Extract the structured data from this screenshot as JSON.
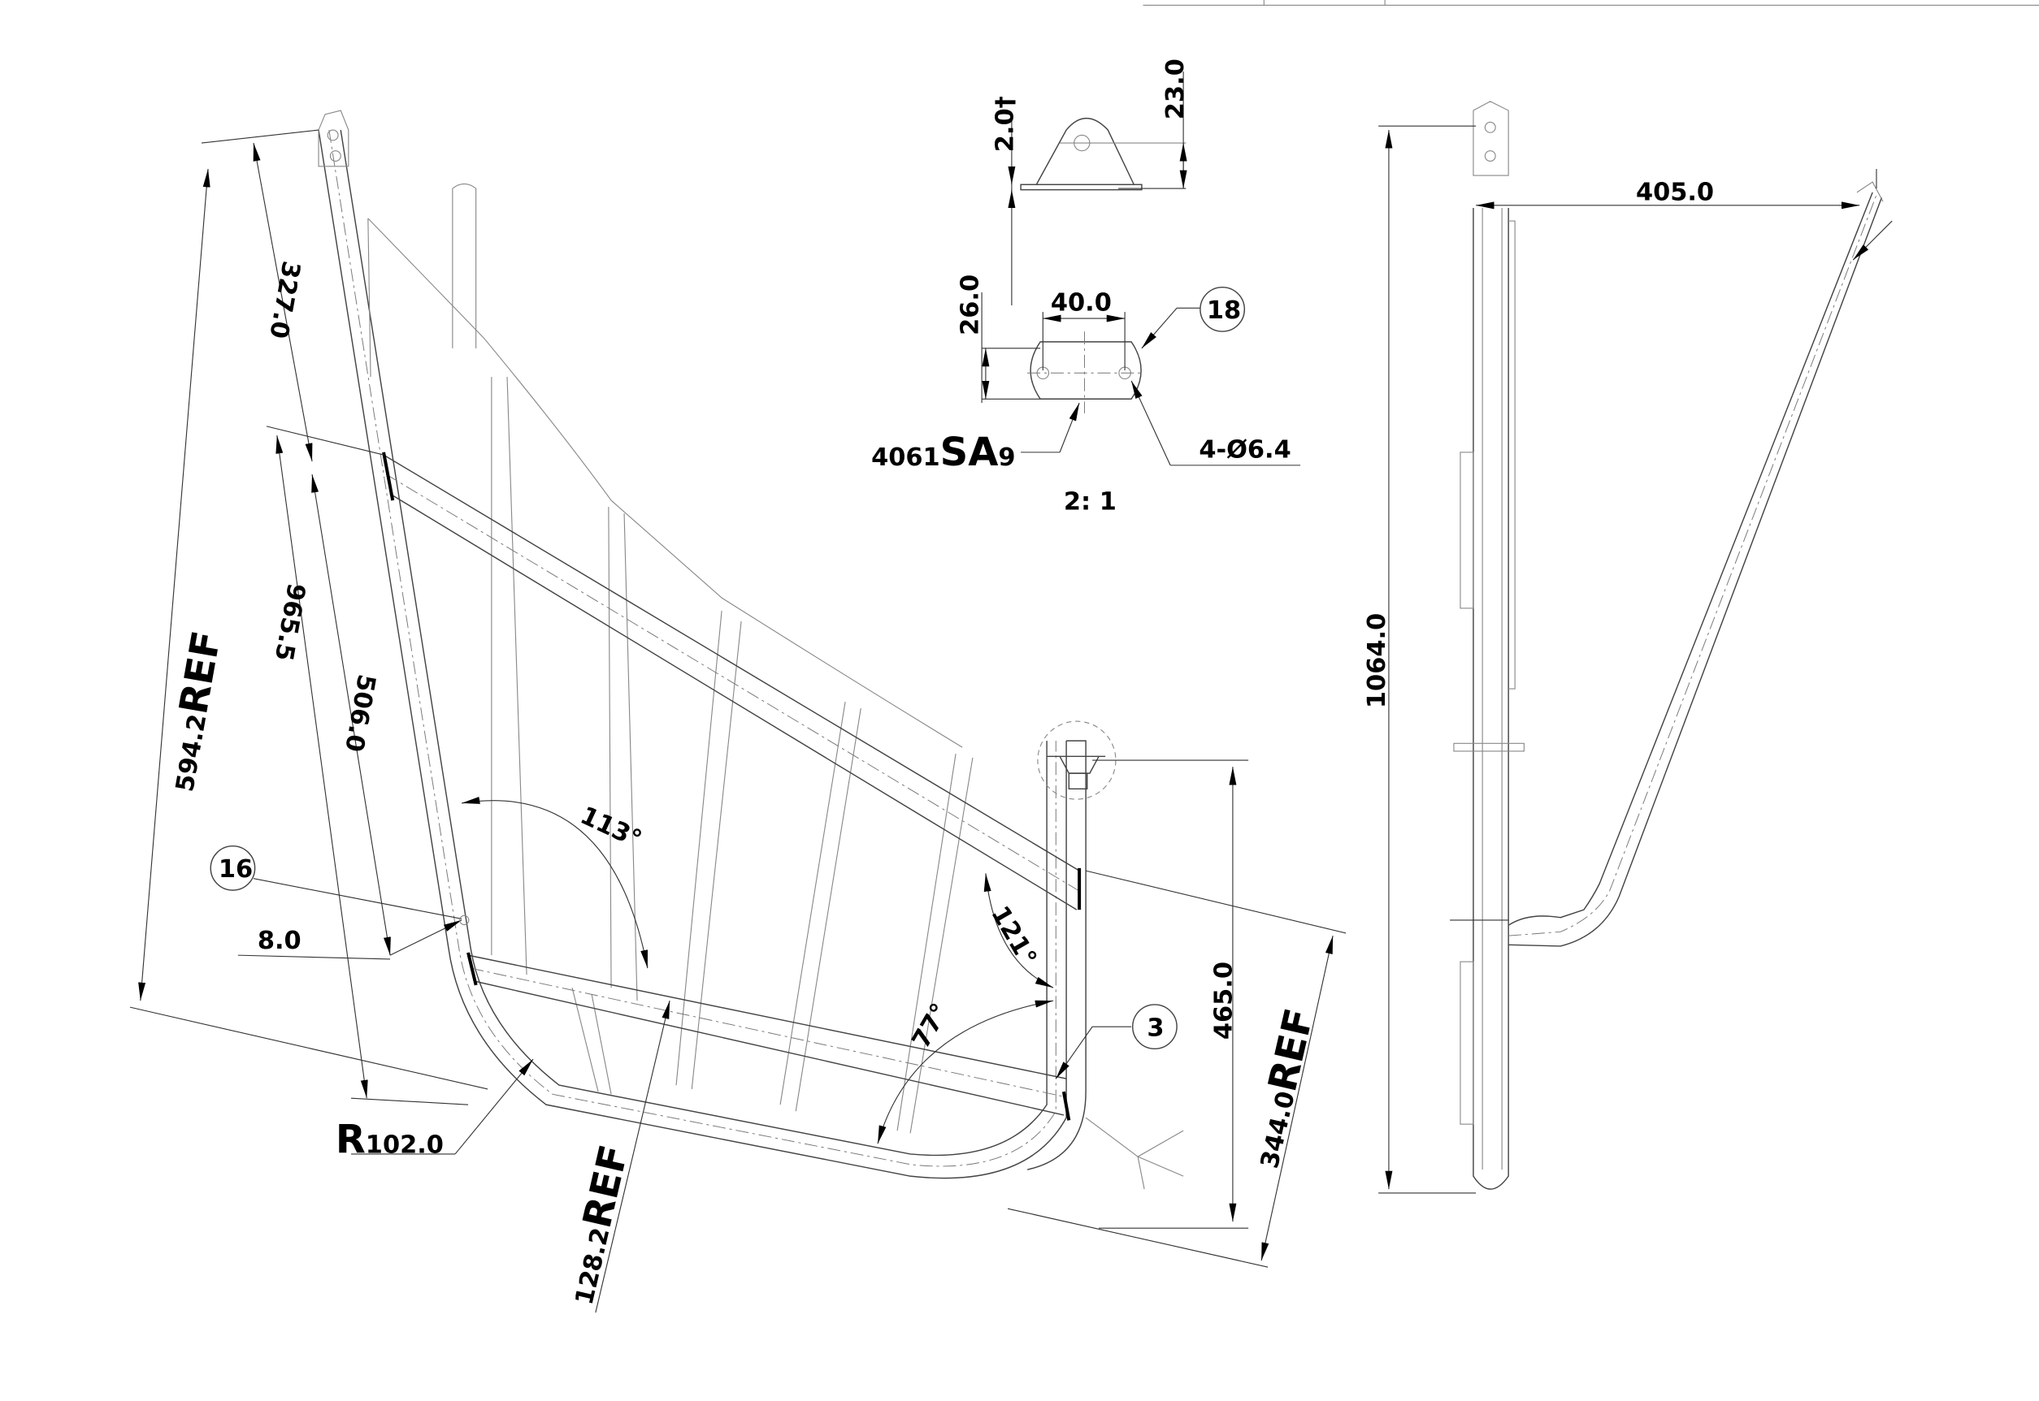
{
  "main_view": {
    "dim_327": "327.0",
    "dim_965": "965.5",
    "dim_506": "506.0",
    "dim_594_num": "594.2",
    "dim_594_ref": "REF",
    "angle_113": "113°",
    "balloon_16": "16",
    "dim_8": "8.0",
    "angle_121": "121°",
    "angle_77": "77°",
    "balloon_3": "3",
    "dim_465": "465.0",
    "dim_344_num": "344.0",
    "dim_344_ref": "REF",
    "radius_prefix": "R",
    "radius_value": "102.0",
    "dim_128_num": "128.2",
    "dim_128_ref": "REF"
  },
  "bracket_detail": {
    "dim_thickness": "2.0",
    "dim_height": "23.0",
    "dim_width": "26.0",
    "dim_hole_spacing": "40.0",
    "balloon_18": "18",
    "part_prefix": "4061",
    "part_mid": "SA",
    "part_suffix": "9",
    "holes": "4-Ø6.4",
    "scale": "2: 1"
  },
  "side_view": {
    "dim_height": "1064.0",
    "dim_width": "405.0"
  }
}
